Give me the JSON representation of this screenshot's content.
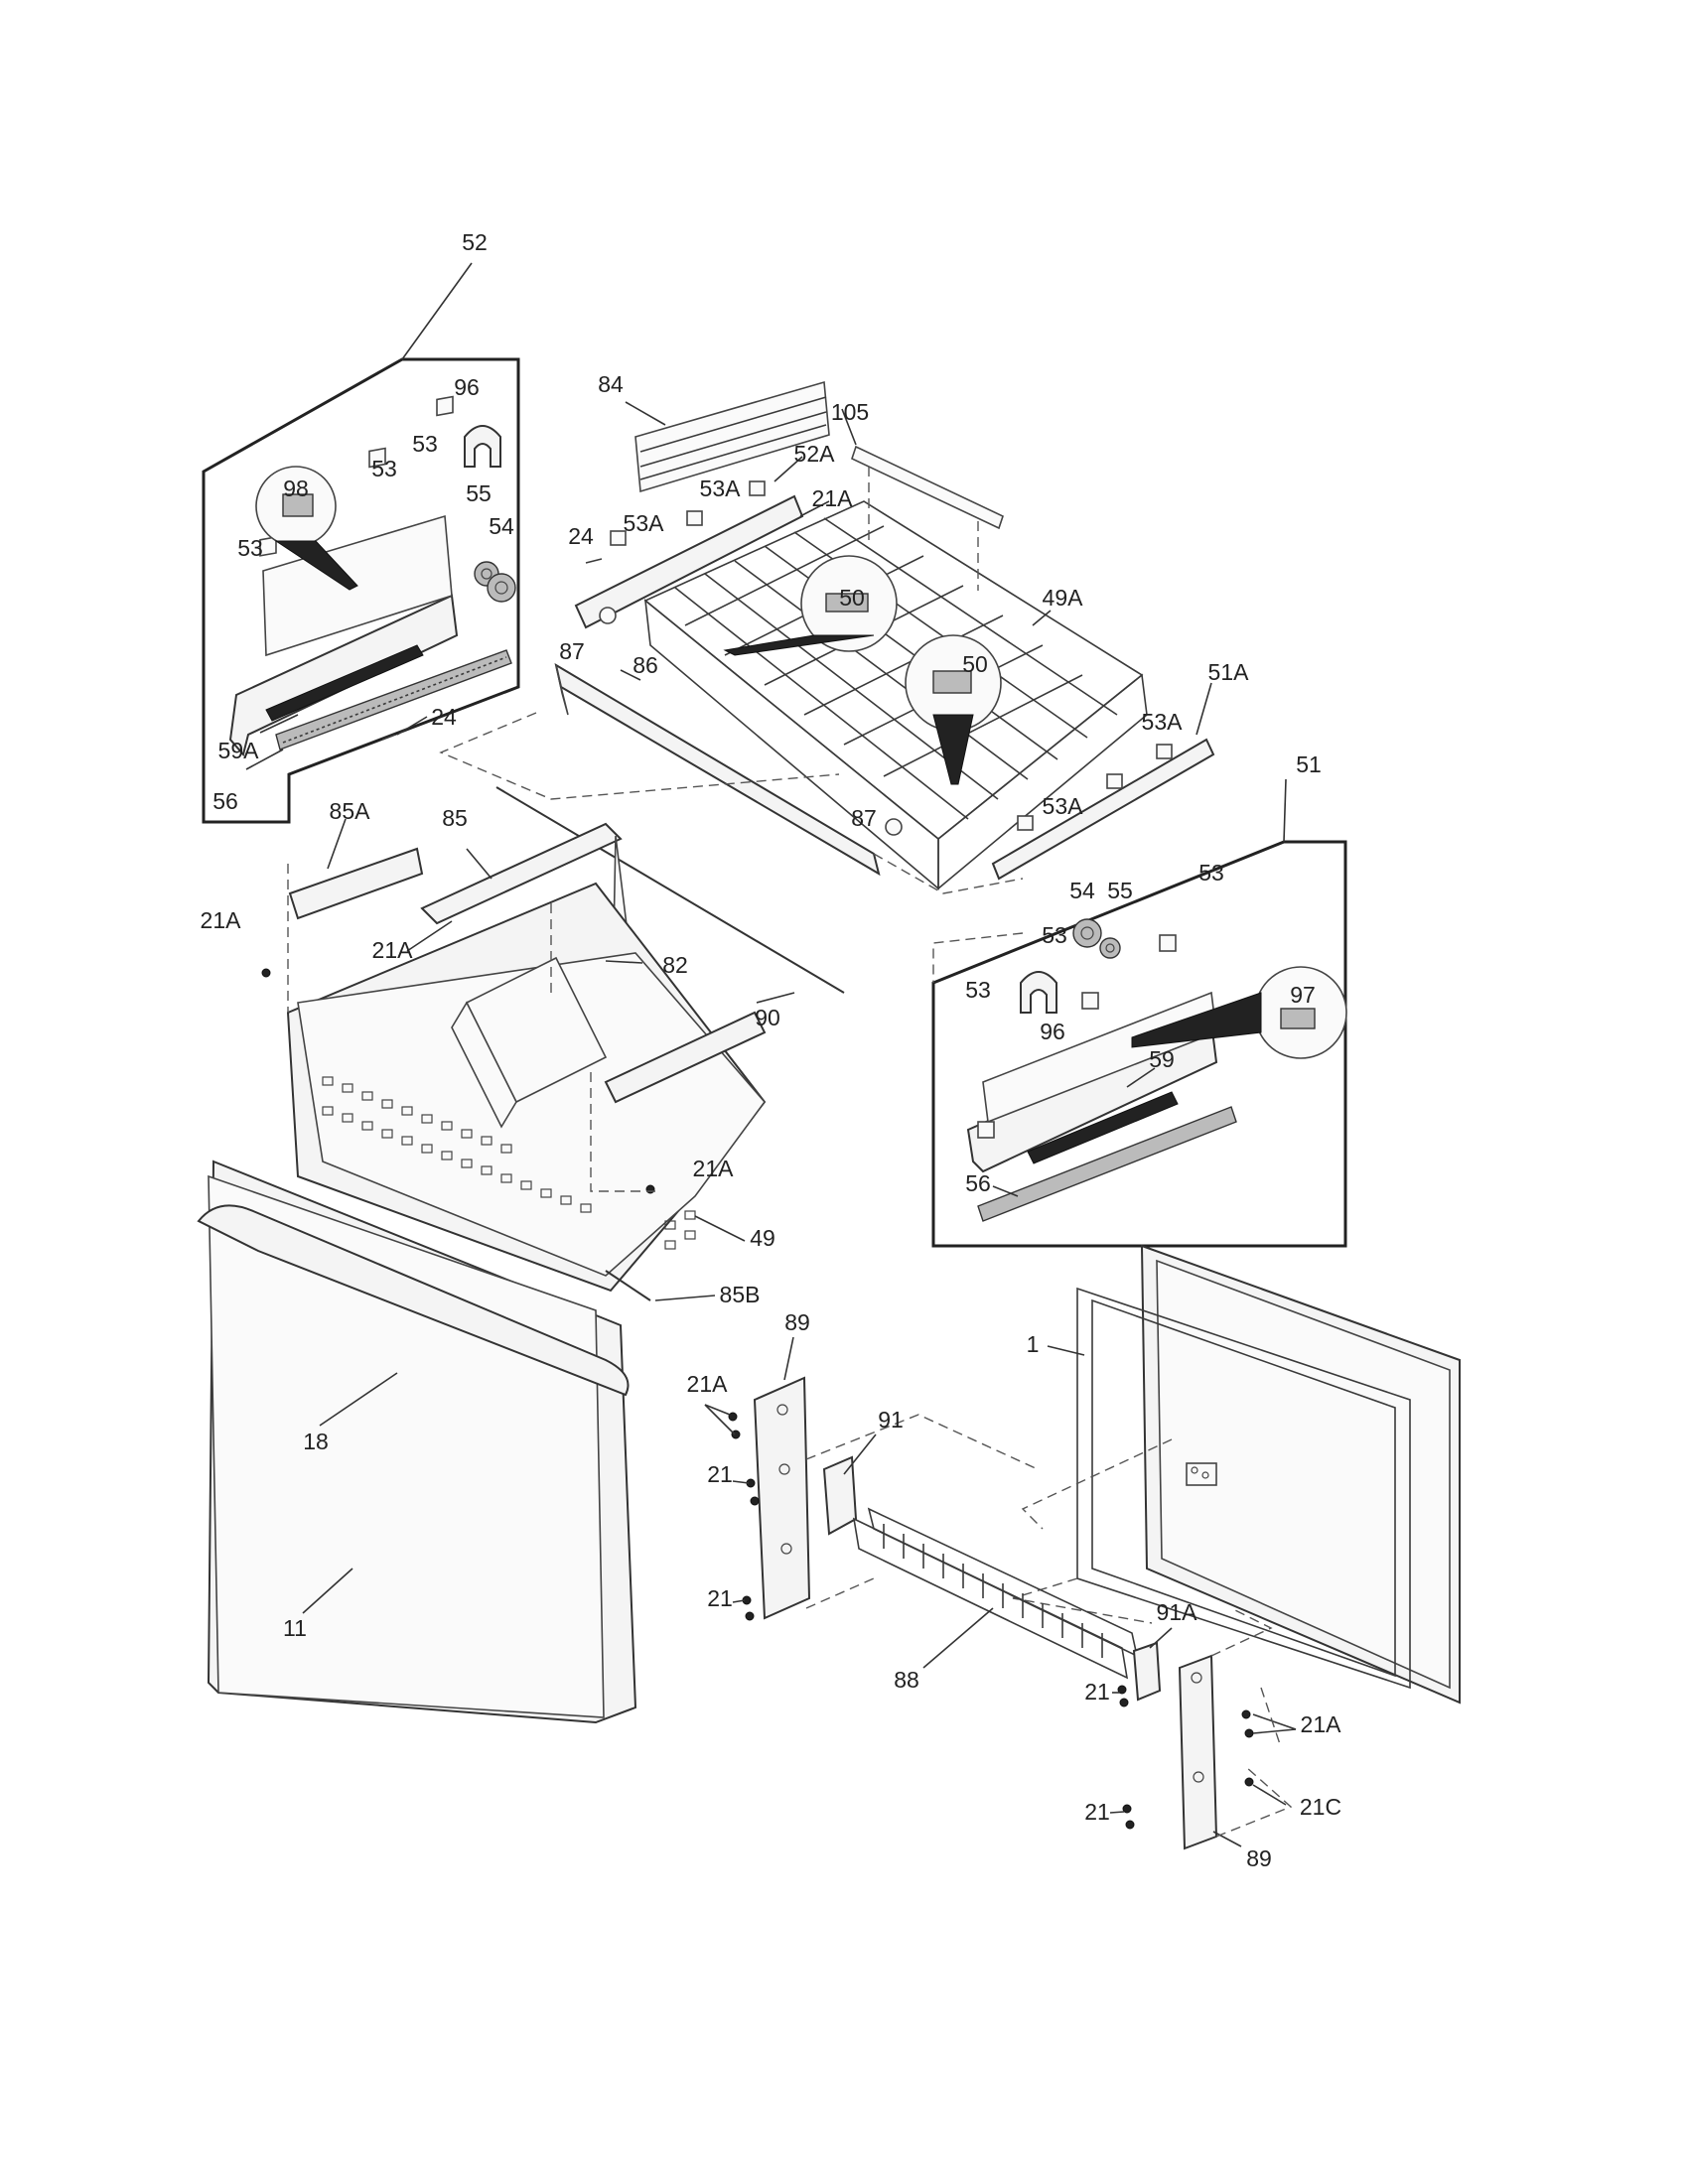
{
  "callouts": {
    "c52": "52",
    "c96a": "96",
    "c53a": "53",
    "c53b": "53",
    "c98": "98",
    "c55a": "55",
    "c54a": "54",
    "c53c": "53",
    "c59a": "59A",
    "c24a": "24",
    "c56a": "56",
    "c84": "84",
    "c105": "105",
    "c52a": "52A",
    "c53aa": "53A",
    "c21aa": "21A",
    "c24b": "24",
    "c53ab": "53A",
    "c50a": "50",
    "c49a": "49A",
    "c87a": "87",
    "c86": "86",
    "c50b": "50",
    "c51a": "51A",
    "c53ac": "53A",
    "c53ad": "53A",
    "c87b": "87",
    "c51": "51",
    "c85a": "85A",
    "c85": "85",
    "c21ab": "21A",
    "c82": "82",
    "c21ac": "21A",
    "c90": "90",
    "c54b": "54",
    "c55b": "55",
    "c53d": "53",
    "c53e": "53",
    "c53f": "53",
    "c97": "97",
    "c96b": "96",
    "c59": "59",
    "c56b": "56",
    "c21ad": "21A",
    "c49": "49",
    "c85b": "85B",
    "c1": "1",
    "c89a": "89",
    "c21ae": "21A",
    "c91": "91",
    "c21a": "21",
    "c18": "18",
    "c21b": "21",
    "c11": "11",
    "c88": "88",
    "c91a": "91A",
    "c21c": "21",
    "c21af": "21A",
    "c21cc": "21C",
    "c21d": "21",
    "c89b": "89"
  }
}
